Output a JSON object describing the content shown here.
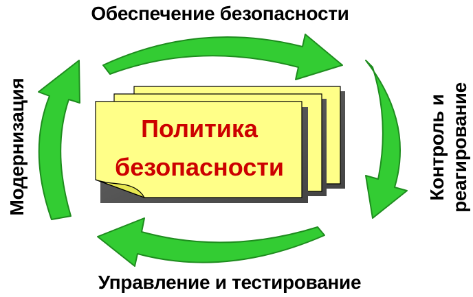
{
  "diagram": {
    "center_title_line1": "Политика",
    "center_title_line2": "безопасности",
    "label_top": "Обеспечение безопасности",
    "label_right_line1": "Контроль и",
    "label_right_line2": "реагирование",
    "label_bottom": "Управление и тестирование",
    "label_left": "Модернизация"
  },
  "colors": {
    "arrow_fill": "#33cc33",
    "arrow_edge": "#1e8c1e",
    "page_fill": "#ffff88",
    "page_shadow": "#555555",
    "title_color": "#cc0000",
    "label_color": "#000000"
  },
  "icons": {
    "cycle": "circular-arrows-icon",
    "stack": "document-stack-icon"
  }
}
